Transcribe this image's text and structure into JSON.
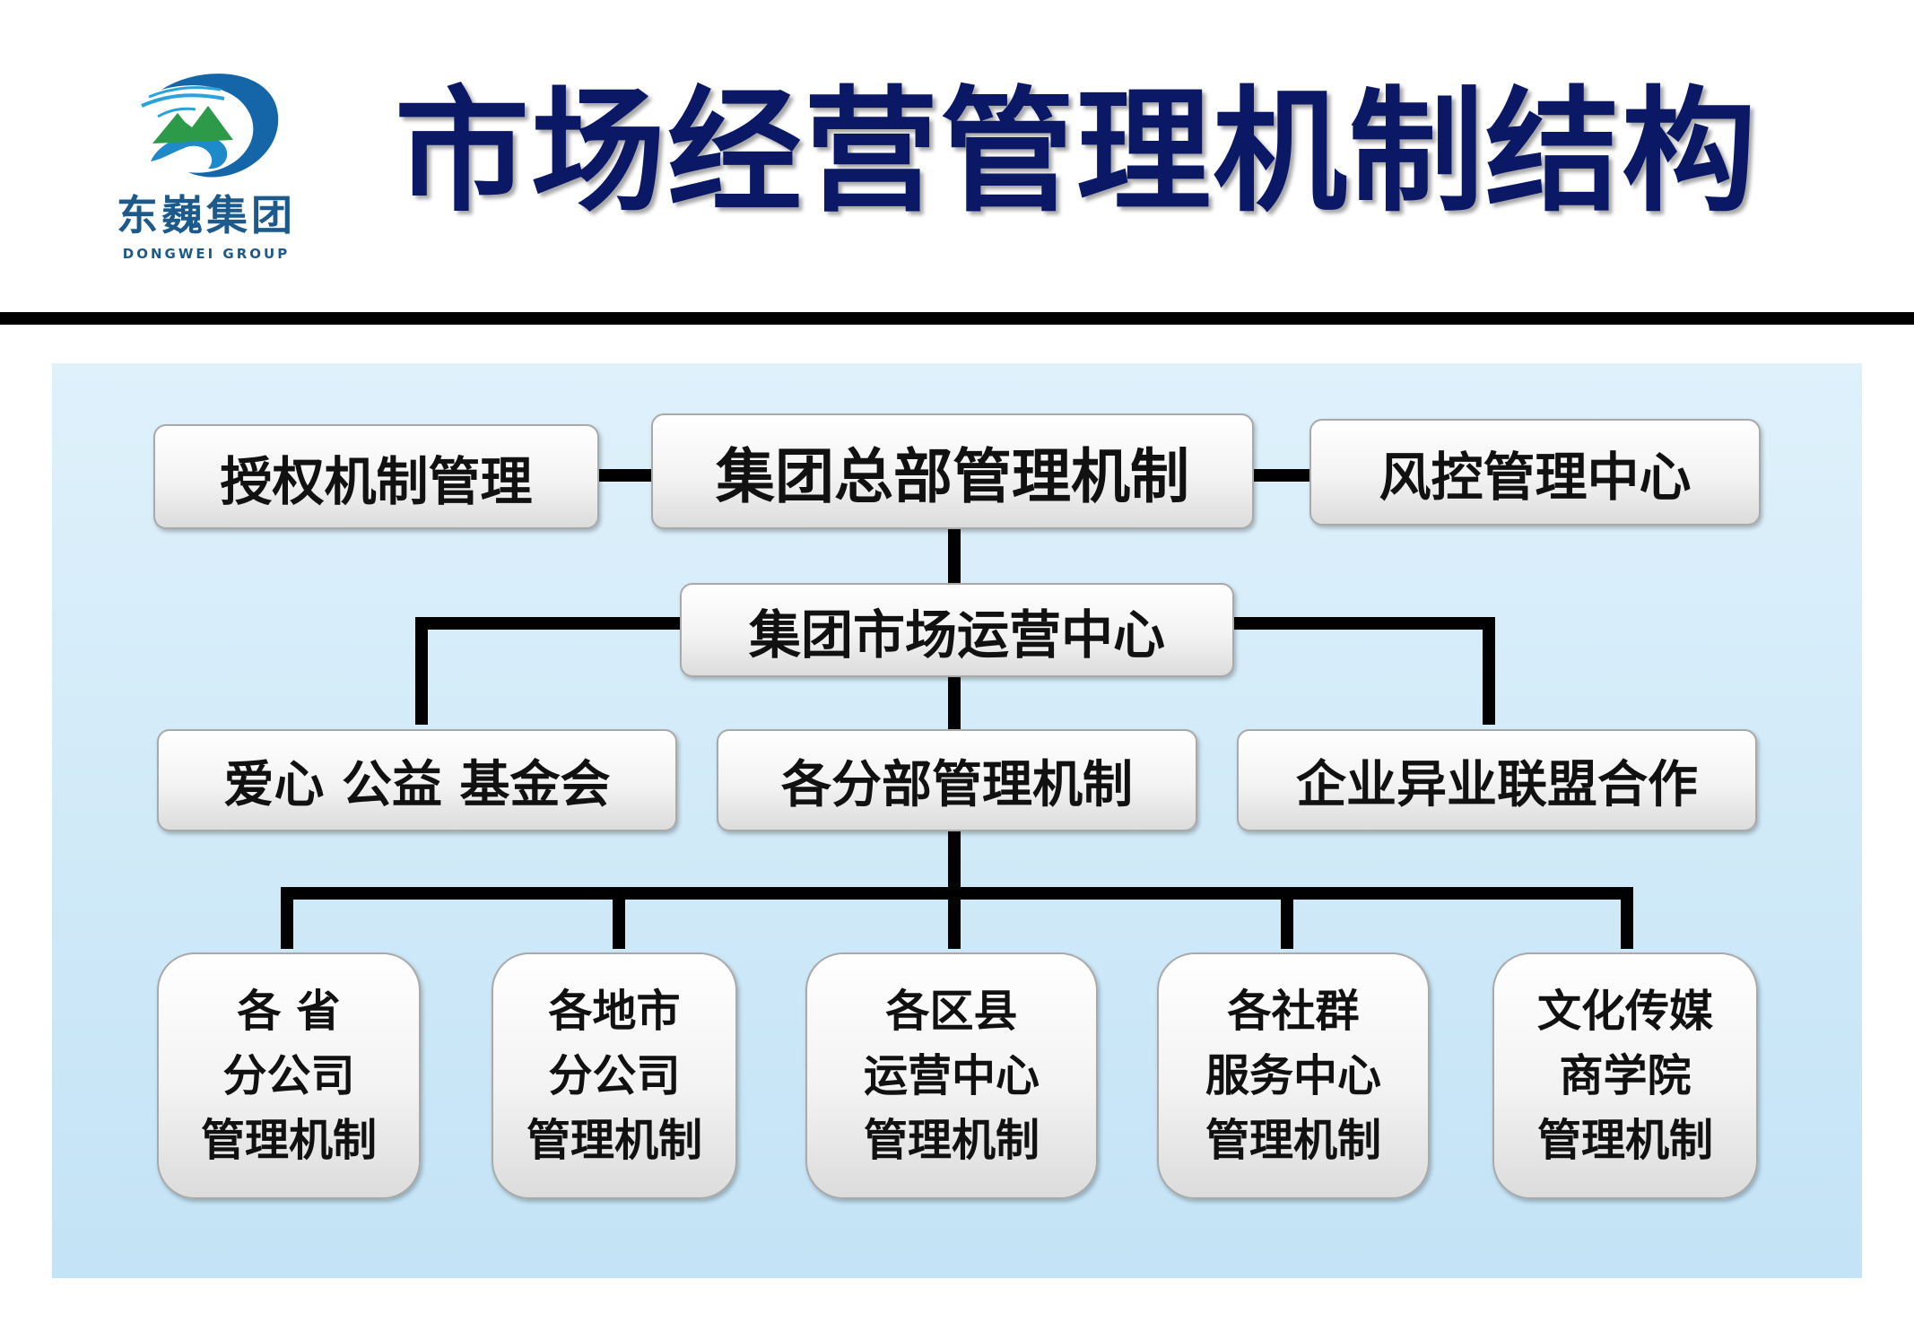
{
  "logo": {
    "name_cn": "东巍集团",
    "name_en": "DONGWEI GROUP"
  },
  "title": "市场经营管理机制结构",
  "colors": {
    "title": "#0b1866",
    "logo": "#1d5a8c",
    "panel_top": "#dff1fb",
    "panel_bottom": "#c3e3f6",
    "connector": "#000000"
  },
  "top_row": {
    "left": "授权机制管理",
    "center": "集团总部管理机制",
    "right": "风控管理中心"
  },
  "market_center": "集团市场运营中心",
  "mid_row": {
    "left": "爱心 公益 基金会",
    "center": "各分部管理机制",
    "right": "企业异业联盟合作"
  },
  "leaves": [
    {
      "lines": [
        "各 省",
        "分公司",
        "管理机制"
      ]
    },
    {
      "lines": [
        "各地市",
        "分公司",
        "管理机制"
      ]
    },
    {
      "lines": [
        "各区县",
        "运营中心",
        "管理机制"
      ]
    },
    {
      "lines": [
        "各社群",
        "服务中心",
        "管理机制"
      ]
    },
    {
      "lines": [
        "文化传媒",
        "商学院",
        "管理机制"
      ]
    }
  ]
}
